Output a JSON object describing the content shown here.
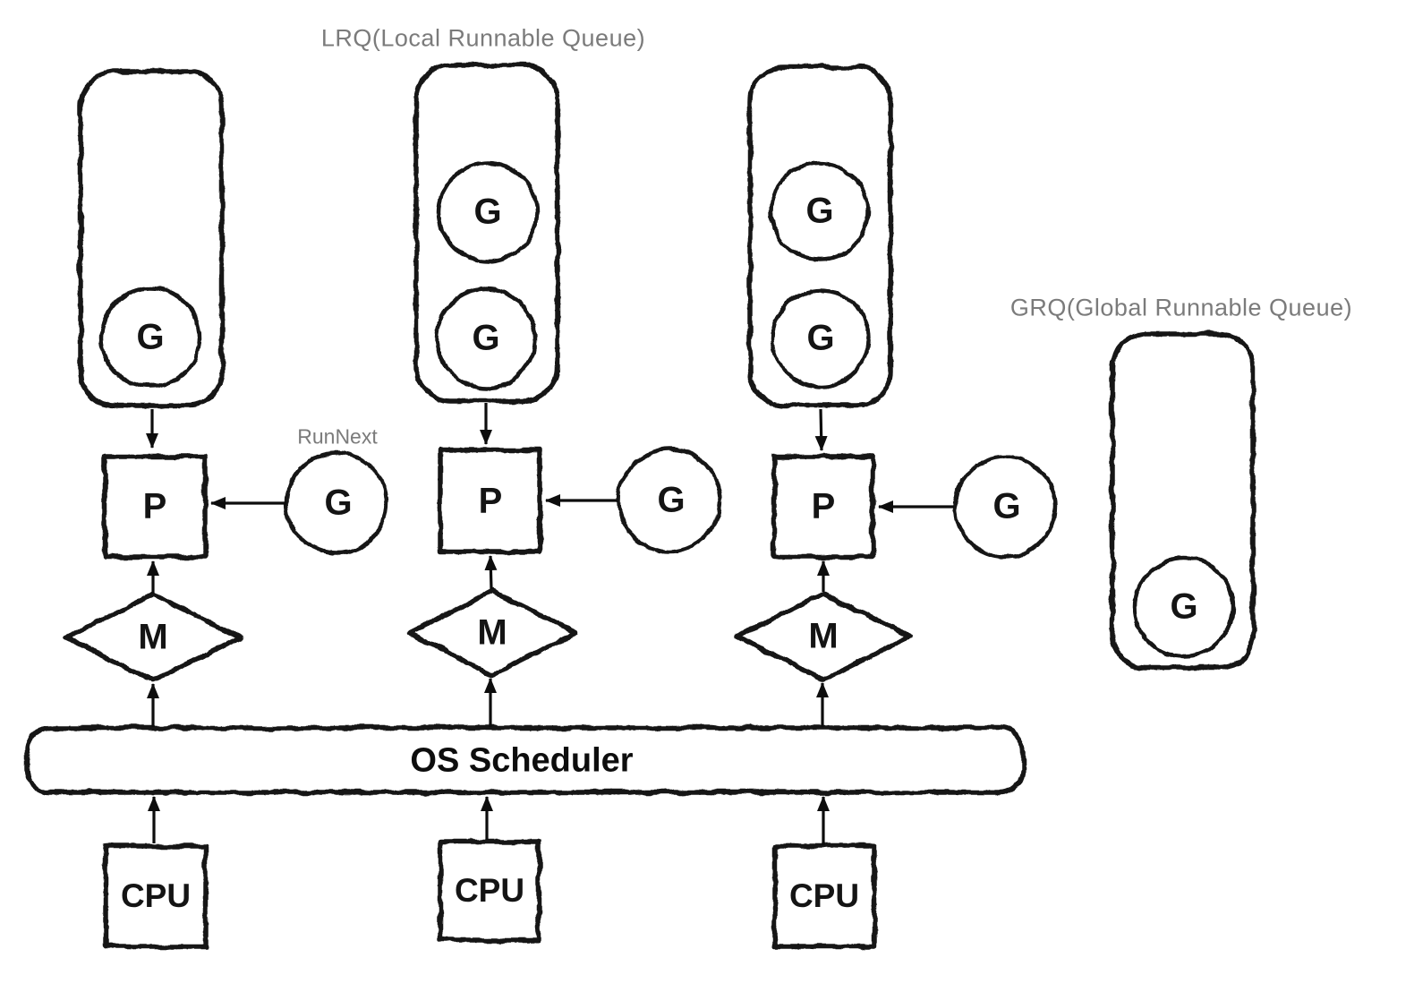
{
  "diagram": {
    "labels": {
      "lrq": "LRQ(Local Runnable Queue)",
      "grq": "GRQ(Global Runnable Queue)",
      "runnext": "RunNext",
      "os_scheduler": "OS Scheduler"
    },
    "nodes": {
      "goroutine": "G",
      "processor": "P",
      "machine": "M",
      "cpu": "CPU"
    },
    "colors": {
      "stroke": "#151515",
      "label_gray": "#7b7b7b",
      "background": "#ffffff"
    }
  }
}
